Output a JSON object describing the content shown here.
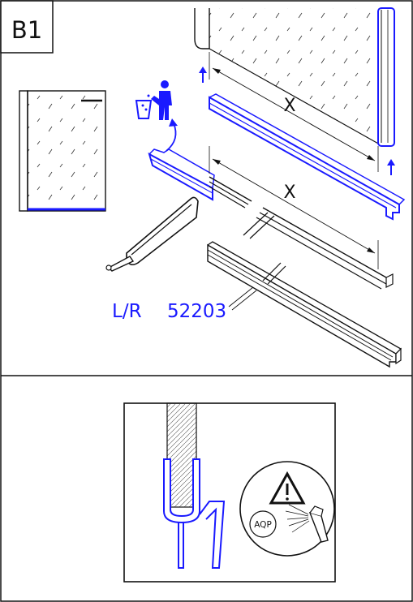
{
  "step": {
    "label": "B1"
  },
  "dimension": {
    "label": "X"
  },
  "part": {
    "side": "L/R",
    "number": "52203"
  },
  "detail": {
    "badge": "AQP"
  },
  "colors": {
    "accent": "#1a1aff",
    "line": "#111111",
    "panel_fill": "#ffffff"
  },
  "icons": [
    "trash-person-icon",
    "warning-triangle-icon",
    "spray-nozzle-icon"
  ]
}
